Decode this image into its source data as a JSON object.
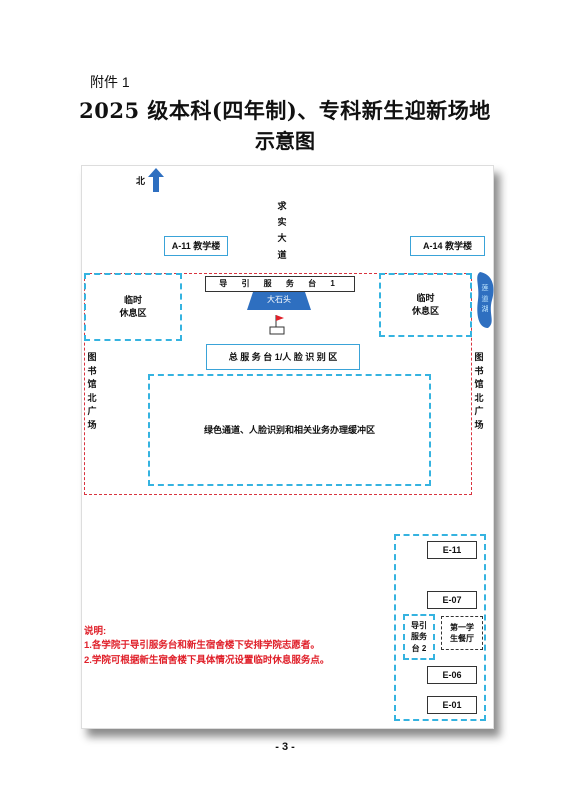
{
  "attachment": "附件 1",
  "title_line1": "2025 级本科(四年制)、专科新生迎新场地",
  "title_line2": "示意图",
  "map": {
    "north": "北",
    "avenue": "求实大道",
    "a11": "A-11 教学楼",
    "a14": "A-14 教学楼",
    "guide_desk1": "导 引 服 务 台 1",
    "big_stone": "大石头",
    "rest_area": "临时\n休息区",
    "main_desk": "总 服 务 台 1/人 脸 识 别 区",
    "buffer_zone": "绿色通道、人脸识别和相关业务办理缓冲区",
    "library_plaza": "图书馆北广场",
    "lake": "莲道湖",
    "e11": "E-11",
    "e07": "E-07",
    "e06": "E-06",
    "e01": "E-01",
    "guide_desk2": "导引\n服务\n台 2",
    "canteen": "第一学\n生餐厅",
    "colors": {
      "accent_blue": "#35b3e0",
      "red_dash": "#d9333f",
      "arrow_blue": "#2e6fc0",
      "note_red": "#e0202a"
    }
  },
  "notes": {
    "label": "说明:",
    "items": [
      "1.各学院于导引服务台和新生宿舍楼下安排学院志愿者。",
      "2.学院可根据新生宿舍楼下具体情况设置临时休息服务点。"
    ]
  },
  "page_number": "- 3 -"
}
